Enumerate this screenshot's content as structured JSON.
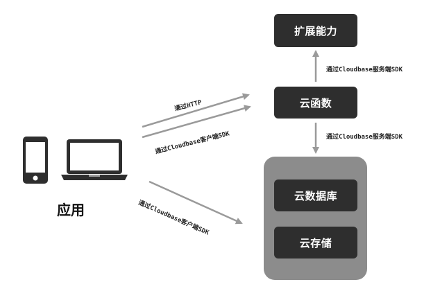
{
  "boxes": {
    "extension": "扩展能力",
    "cloud_function": "云函数",
    "cloud_database": "云数据库",
    "cloud_storage": "云存储"
  },
  "edges": {
    "func_to_ext": "通过Cloudbase服务端SDK",
    "func_to_storage": "通过Cloudbase服务端SDK",
    "app_to_func_http": "通过HTTP",
    "app_to_func_sdk": "通过Cloudbase客户端SDK",
    "app_to_storage_sdk": "通过Cloudbase客户端SDK"
  },
  "client": {
    "label": "应用",
    "phone_icon": "phone-icon",
    "laptop_icon": "laptop-icon"
  },
  "colors": {
    "box": "#2e2e2e",
    "group": "#8c8c8c",
    "arrow": "#9a9a9a"
  }
}
